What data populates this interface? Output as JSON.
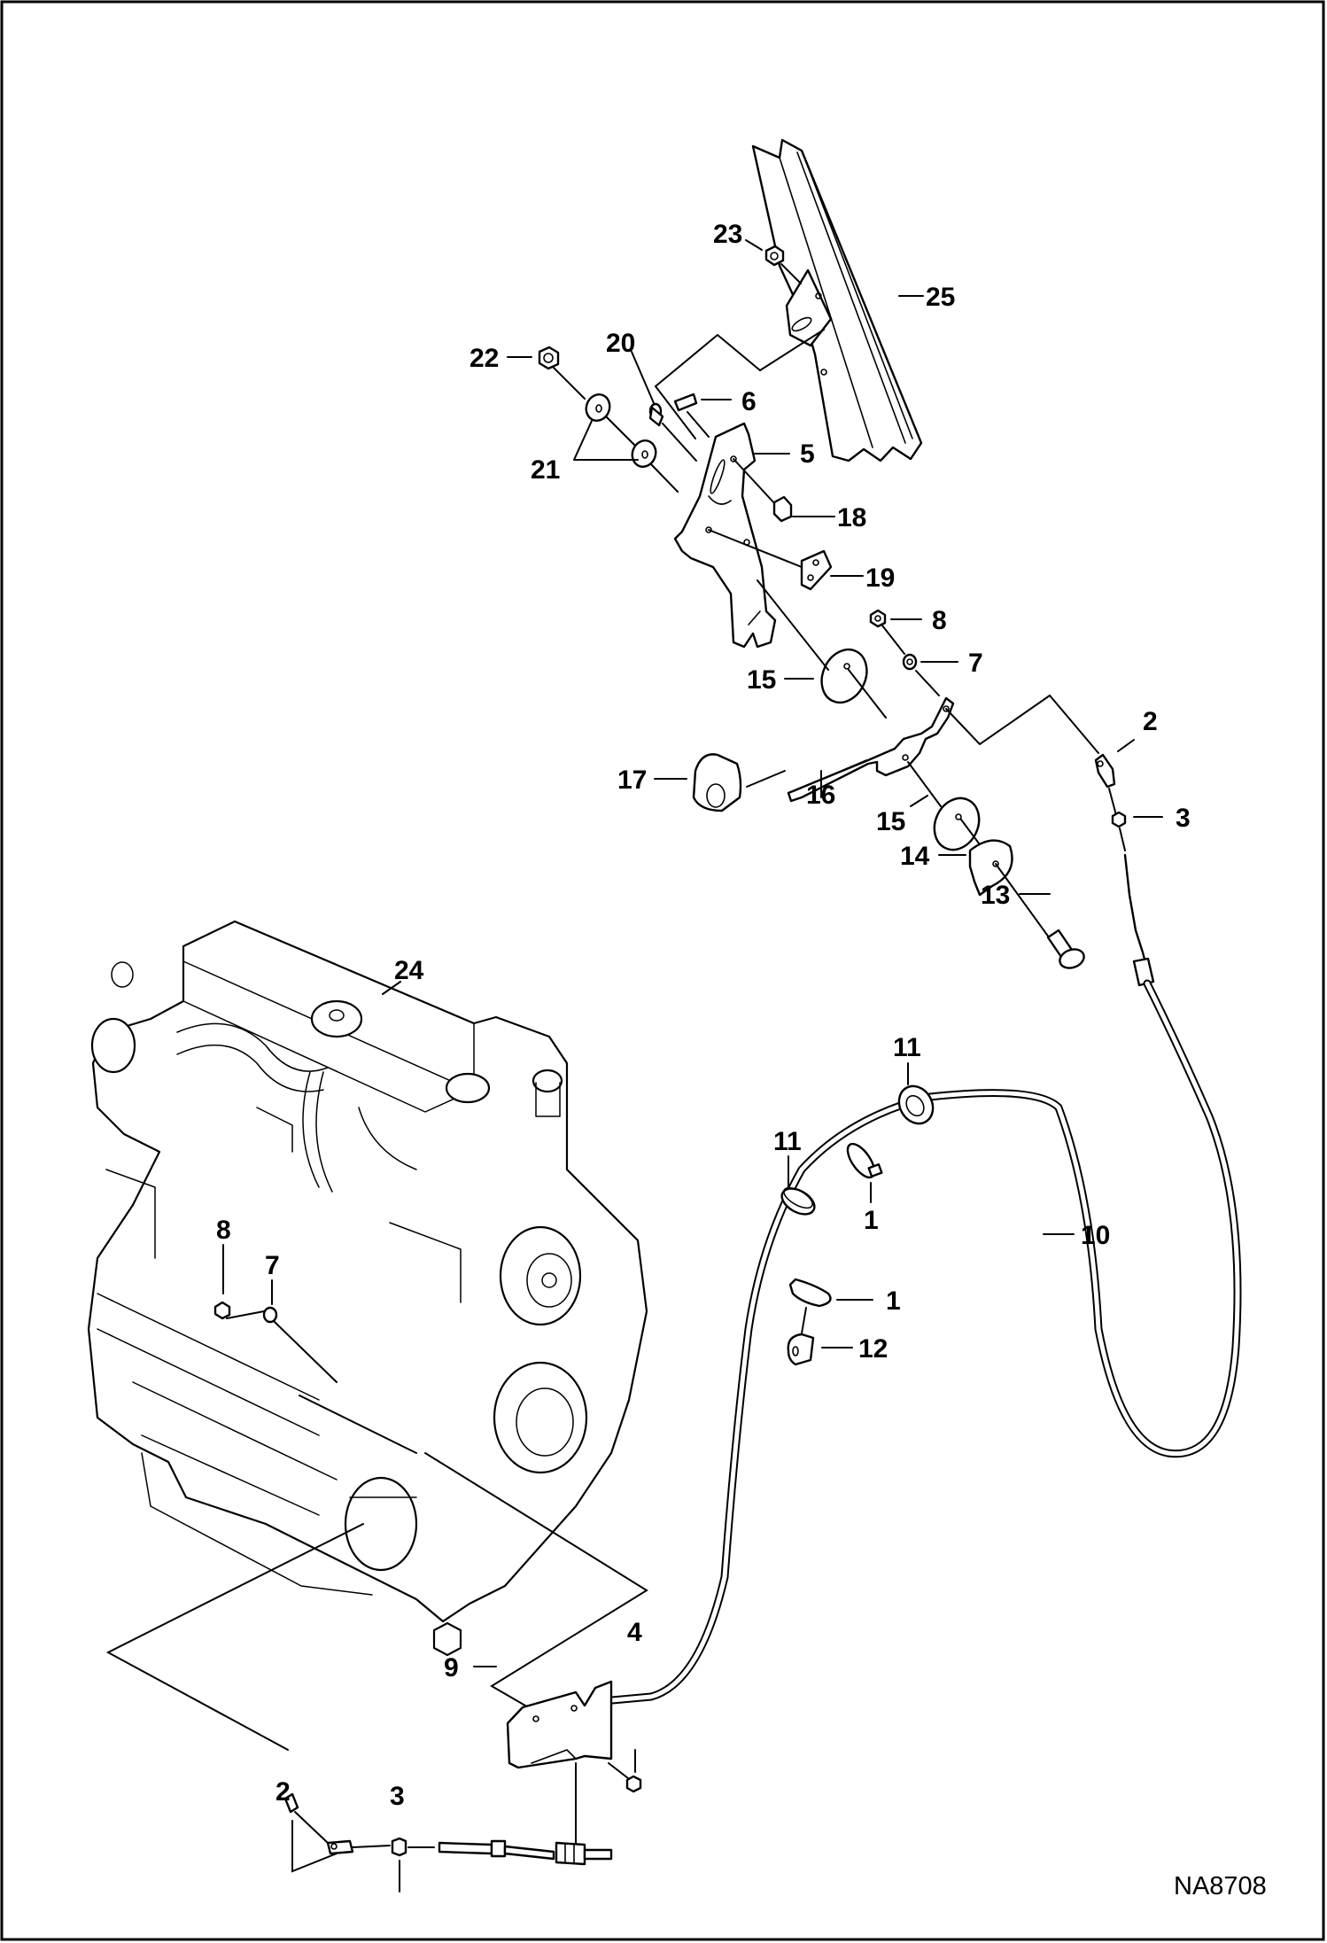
{
  "diagram": {
    "type": "exploded parts diagram",
    "subject": "Engine speed control / throttle cable assembly",
    "figure_id": "NA8708",
    "callouts": [
      {
        "id": "c23",
        "label": "23",
        "part": "nut"
      },
      {
        "id": "c25",
        "label": "25",
        "part": "mounting rail"
      },
      {
        "id": "c22",
        "label": "22",
        "part": "lock nut"
      },
      {
        "id": "c20",
        "label": "20",
        "part": "pivot bolt"
      },
      {
        "id": "c6",
        "label": "6",
        "part": "spacer"
      },
      {
        "id": "c5",
        "label": "5",
        "part": "throttle bracket"
      },
      {
        "id": "c21",
        "label": "21",
        "part": "washers"
      },
      {
        "id": "c18",
        "label": "18",
        "part": "bolt"
      },
      {
        "id": "c19",
        "label": "19",
        "part": "clamp plate"
      },
      {
        "id": "c8a",
        "label": "8",
        "part": "nut"
      },
      {
        "id": "c7a",
        "label": "7",
        "part": "washer"
      },
      {
        "id": "c15a",
        "label": "15",
        "part": "friction disc"
      },
      {
        "id": "c2a",
        "label": "2",
        "part": "cable end"
      },
      {
        "id": "c17",
        "label": "17",
        "part": "throttle knob"
      },
      {
        "id": "c16",
        "label": "16",
        "part": "throttle lever"
      },
      {
        "id": "c15b",
        "label": "15",
        "part": "friction disc"
      },
      {
        "id": "c3a",
        "label": "3",
        "part": "jam nut"
      },
      {
        "id": "c14",
        "label": "14",
        "part": "spring plate"
      },
      {
        "id": "c13",
        "label": "13",
        "part": "pivot pin"
      },
      {
        "id": "c24",
        "label": "24",
        "part": "engine"
      },
      {
        "id": "c11a",
        "label": "11",
        "part": "grommet"
      },
      {
        "id": "c11b",
        "label": "11",
        "part": "grommet"
      },
      {
        "id": "c1a",
        "label": "1",
        "part": "cable tie"
      },
      {
        "id": "c10",
        "label": "10",
        "part": "throttle cable"
      },
      {
        "id": "c8b",
        "label": "8",
        "part": "nut"
      },
      {
        "id": "c7b",
        "label": "7",
        "part": "washer"
      },
      {
        "id": "c1b",
        "label": "1",
        "part": "cable tie"
      },
      {
        "id": "c12",
        "label": "12",
        "part": "cable clamp"
      },
      {
        "id": "c9",
        "label": "9",
        "part": "cable mount bracket"
      },
      {
        "id": "c4",
        "label": "4",
        "part": "nut"
      },
      {
        "id": "c2b",
        "label": "2",
        "part": "cable end"
      },
      {
        "id": "c3b",
        "label": "3",
        "part": "jam nut"
      }
    ]
  }
}
